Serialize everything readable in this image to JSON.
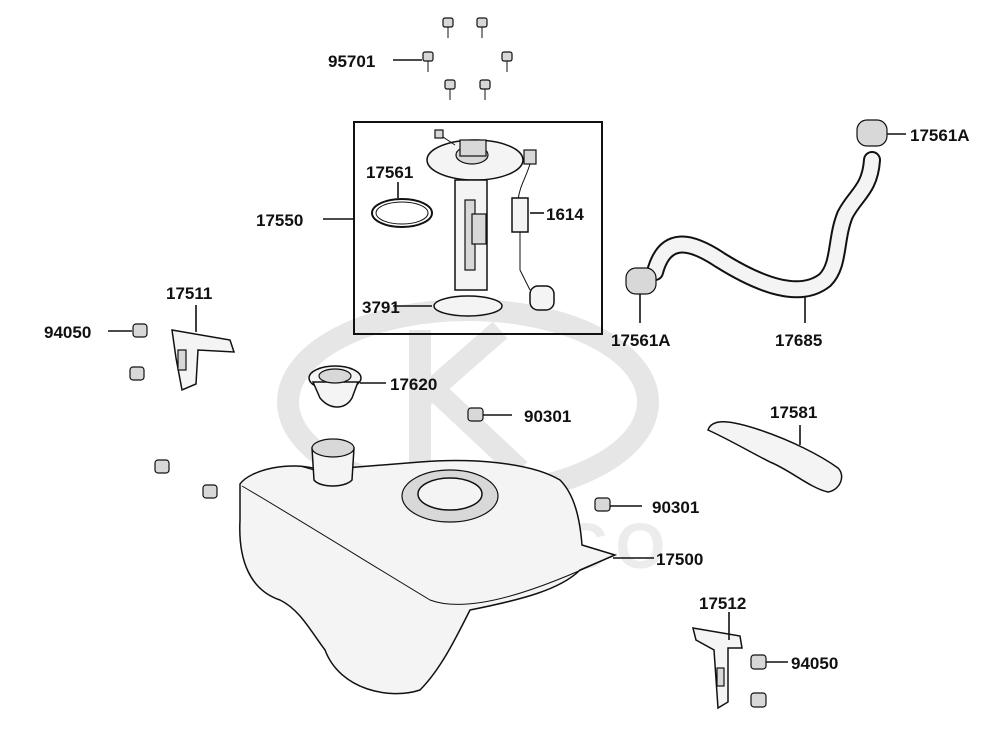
{
  "watermark": {
    "logo_text": "KYMCO"
  },
  "callouts": {
    "bolt_95701": "95701",
    "pump_assembly_17550": "17550",
    "oring_17561": "17561",
    "sender_1614": "1614",
    "gasket_3791": "3791",
    "clamp_17561a_top": "17561A",
    "clamp_17561a_mid": "17561A",
    "hose_17685": "17685",
    "bracket_17511": "17511",
    "nut_94050_left": "94050",
    "cap_17620": "17620",
    "nut_90301_upper": "90301",
    "protector_17581": "17581",
    "nut_90301_right": "90301",
    "tank_17500": "17500",
    "bracket_17512": "17512",
    "nut_94050_right": "94050"
  }
}
